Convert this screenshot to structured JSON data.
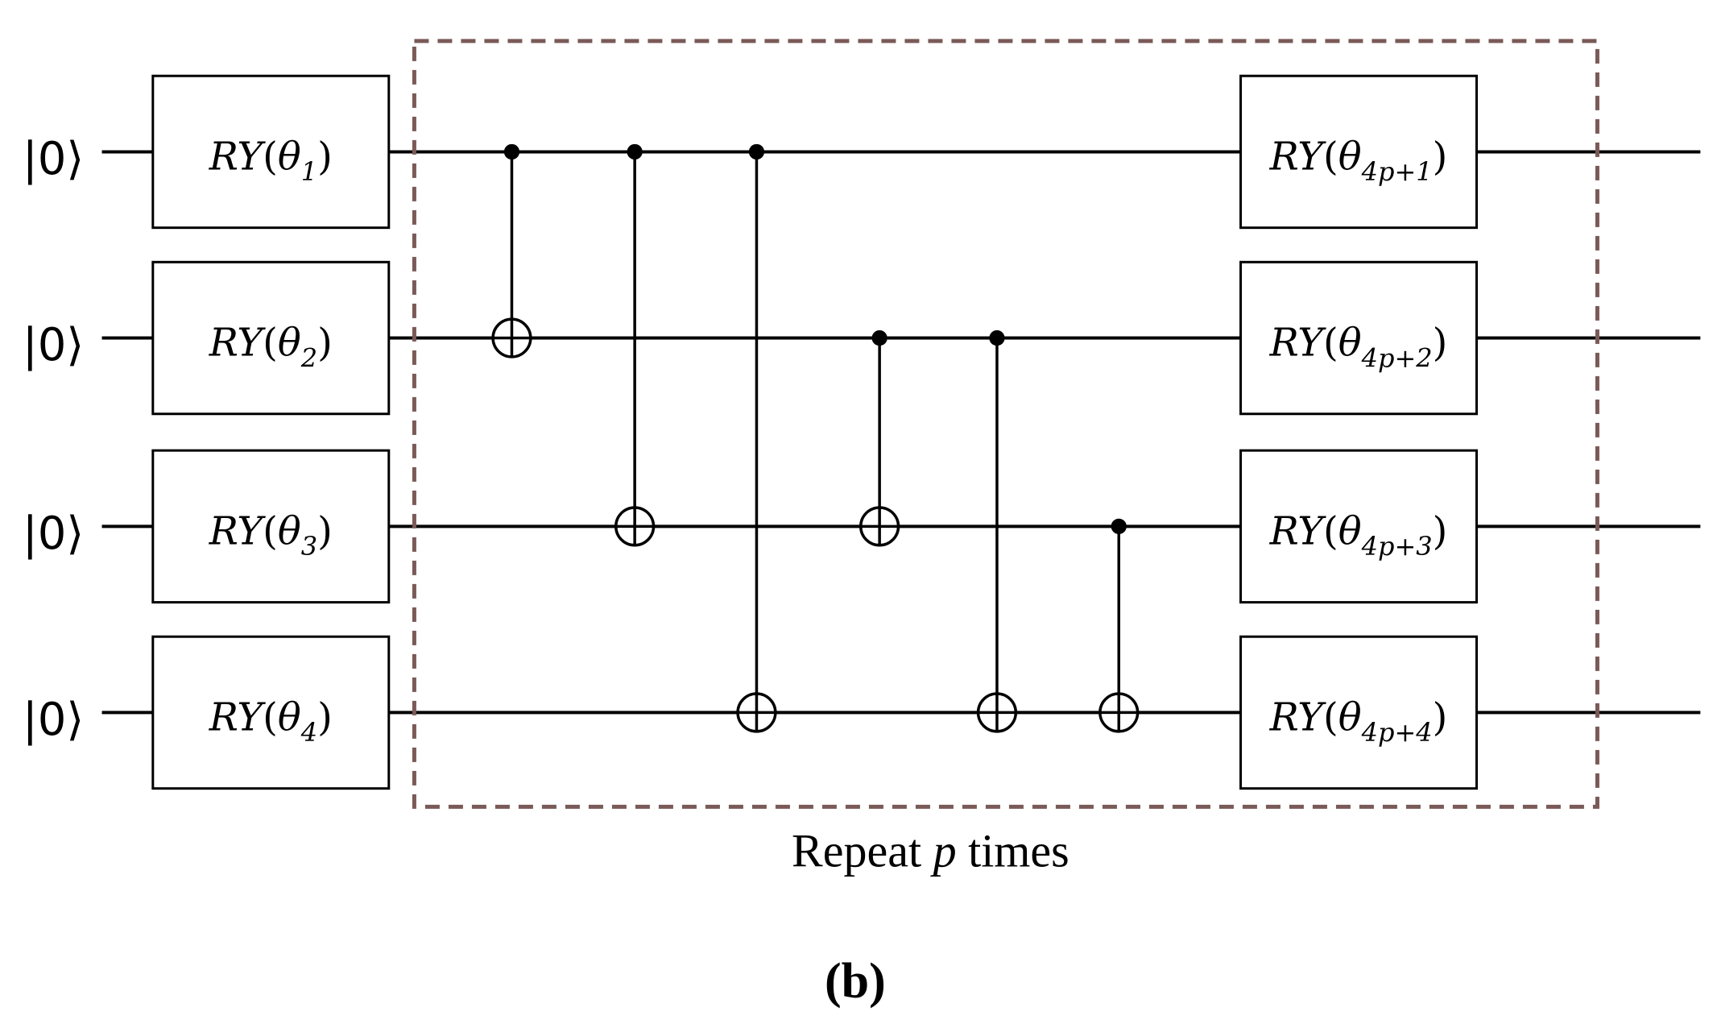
{
  "qubits": [
    {
      "ket": "|0⟩"
    },
    {
      "ket": "|0⟩"
    },
    {
      "ket": "|0⟩"
    },
    {
      "ket": "|0⟩"
    }
  ],
  "initial_gates": [
    {
      "label": "RY",
      "param": "θ",
      "index": "1"
    },
    {
      "label": "RY",
      "param": "θ",
      "index": "2"
    },
    {
      "label": "RY",
      "param": "θ",
      "index": "3"
    },
    {
      "label": "RY",
      "param": "θ",
      "index": "4"
    }
  ],
  "final_gates": [
    {
      "label": "RY",
      "param": "θ",
      "index": "4p+1"
    },
    {
      "label": "RY",
      "param": "θ",
      "index": "4p+2"
    },
    {
      "label": "RY",
      "param": "θ",
      "index": "4p+3"
    },
    {
      "label": "RY",
      "param": "θ",
      "index": "4p+4"
    }
  ],
  "cnots": [
    {
      "control": 0,
      "target": 1
    },
    {
      "control": 0,
      "target": 2
    },
    {
      "control": 0,
      "target": 3
    },
    {
      "control": 1,
      "target": 2
    },
    {
      "control": 1,
      "target": 3
    },
    {
      "control": 2,
      "target": 3
    }
  ],
  "repeat_block": {
    "caption_prefix": "Repeat ",
    "caption_var": "p",
    "caption_suffix": " times",
    "border_color": "#7a5a58"
  },
  "figure_label": "(b)"
}
